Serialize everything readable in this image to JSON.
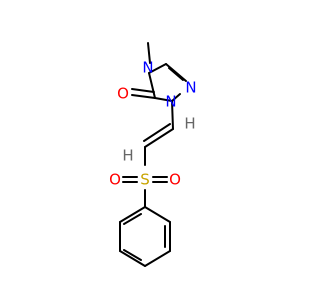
{
  "molecule": {
    "atoms": {
      "n_methyl": "N",
      "n_ring_right": "N",
      "n_ring_sub": "N",
      "o_carbonyl": "O",
      "s_sulfonyl": "S",
      "o_sulfonyl_left": "O",
      "o_sulfonyl_right": "O",
      "h_vinyl_left": "H",
      "h_vinyl_right": "H"
    },
    "colors": {
      "bond": "#000000",
      "nitrogen": "#0000ff",
      "oxygen": "#ff0000",
      "sulfur": "#c8a400",
      "hydrogen": "#666666"
    }
  }
}
